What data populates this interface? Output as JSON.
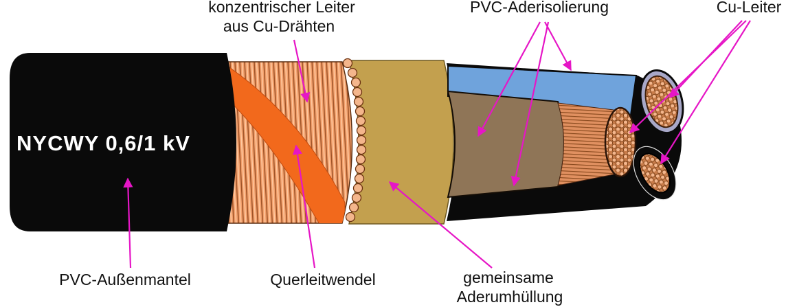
{
  "diagram": {
    "title_context": "Cable construction diagram",
    "cable_marking": "NYCWY 0,6/1 kV",
    "labels": {
      "concentric_line1": "konzentrischer Leiter",
      "concentric_line2": "aus Cu-Drähten",
      "pvc_core_insulation": "PVC-Aderisolierung",
      "cu_conductor": "Cu-Leiter",
      "pvc_outer_sheath": "PVC-Außenmantel",
      "transverse_helix": "Querleitwendel",
      "common_covering_line1": "gemeinsame",
      "common_covering_line2": "Aderumhüllung"
    },
    "colors": {
      "arrow": "#e616c6",
      "outer_sheath": "#0a0a0a",
      "copper_wires": "#f2a06c",
      "helix_band": "#f2691c",
      "inner_covering": "#c3a04e",
      "core_insulation_blue": "#6fa3dc",
      "core_insulation_brown": "#8f7557",
      "core_insulation_black": "#0a0a0a",
      "copper_strand": "#f4b68c"
    }
  }
}
